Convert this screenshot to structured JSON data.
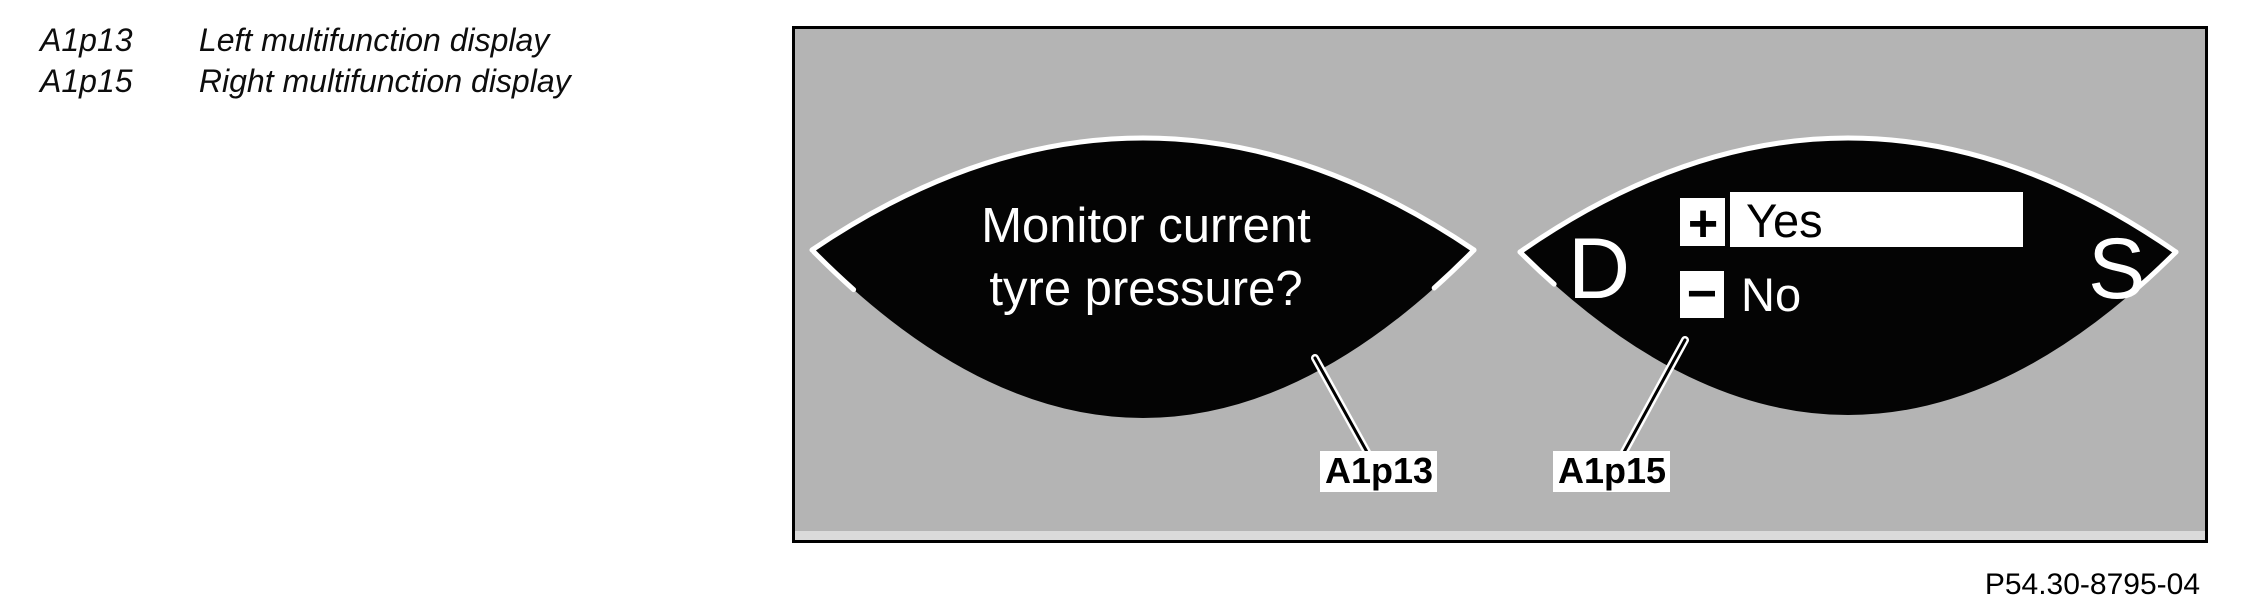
{
  "legend": {
    "items": [
      {
        "code": "A1p13",
        "description": "Left multifunction display"
      },
      {
        "code": "A1p15",
        "description": "Right multifunction display"
      }
    ]
  },
  "figure": {
    "reference_number": "P54.30-8795-04",
    "left_display": {
      "id_label": "A1p13",
      "message_line1": "Monitor current",
      "message_line2": "tyre pressure?"
    },
    "right_display": {
      "id_label": "A1p15",
      "left_letter": "D",
      "right_letter": "S",
      "menu_options": [
        {
          "symbol": "+",
          "label": "Yes",
          "selected": true
        },
        {
          "symbol": "−",
          "label": "No",
          "selected": false
        }
      ]
    },
    "colors": {
      "panel_background": "#b4b4b4",
      "display_fill": "#040404",
      "display_text": "#ffffff",
      "highlight_bar": "#ffffff"
    }
  }
}
